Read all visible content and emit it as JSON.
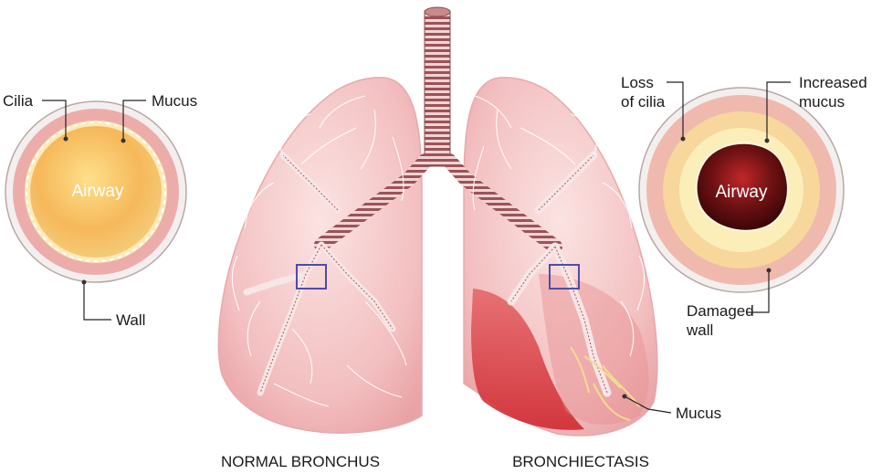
{
  "normal_cross_section": {
    "cilia_label": "Cilia",
    "mucus_label": "Mucus",
    "airway_label": "Airway",
    "wall_label": "Wall"
  },
  "bronchiectasis_cross_section": {
    "loss_of_cilia_label_line1": "Loss",
    "loss_of_cilia_label_line2": "of cilia",
    "increased_mucus_label_line1": "Increased",
    "increased_mucus_label_line2": "mucus",
    "airway_label": "Airway",
    "damaged_wall_label_line1": "Damaged",
    "damaged_wall_label_line2": "wall"
  },
  "lungs": {
    "mucus_label": "Mucus",
    "left_caption": "NORMAL BRONCHUS",
    "right_caption": "BRONCHIECTASIS"
  },
  "colors": {
    "lung_fill": "#f4c3c3",
    "lung_shade": "#e79a9a",
    "lung_inflamed": "#d8383d",
    "vessel": "#ffffff",
    "bronchus": "#c97d80",
    "highlight_box": "#4d4da8",
    "mucus_yellow": "#f8e7a6",
    "airway_orange": "#f4b454",
    "airway_dark": "#5a0d0e"
  }
}
